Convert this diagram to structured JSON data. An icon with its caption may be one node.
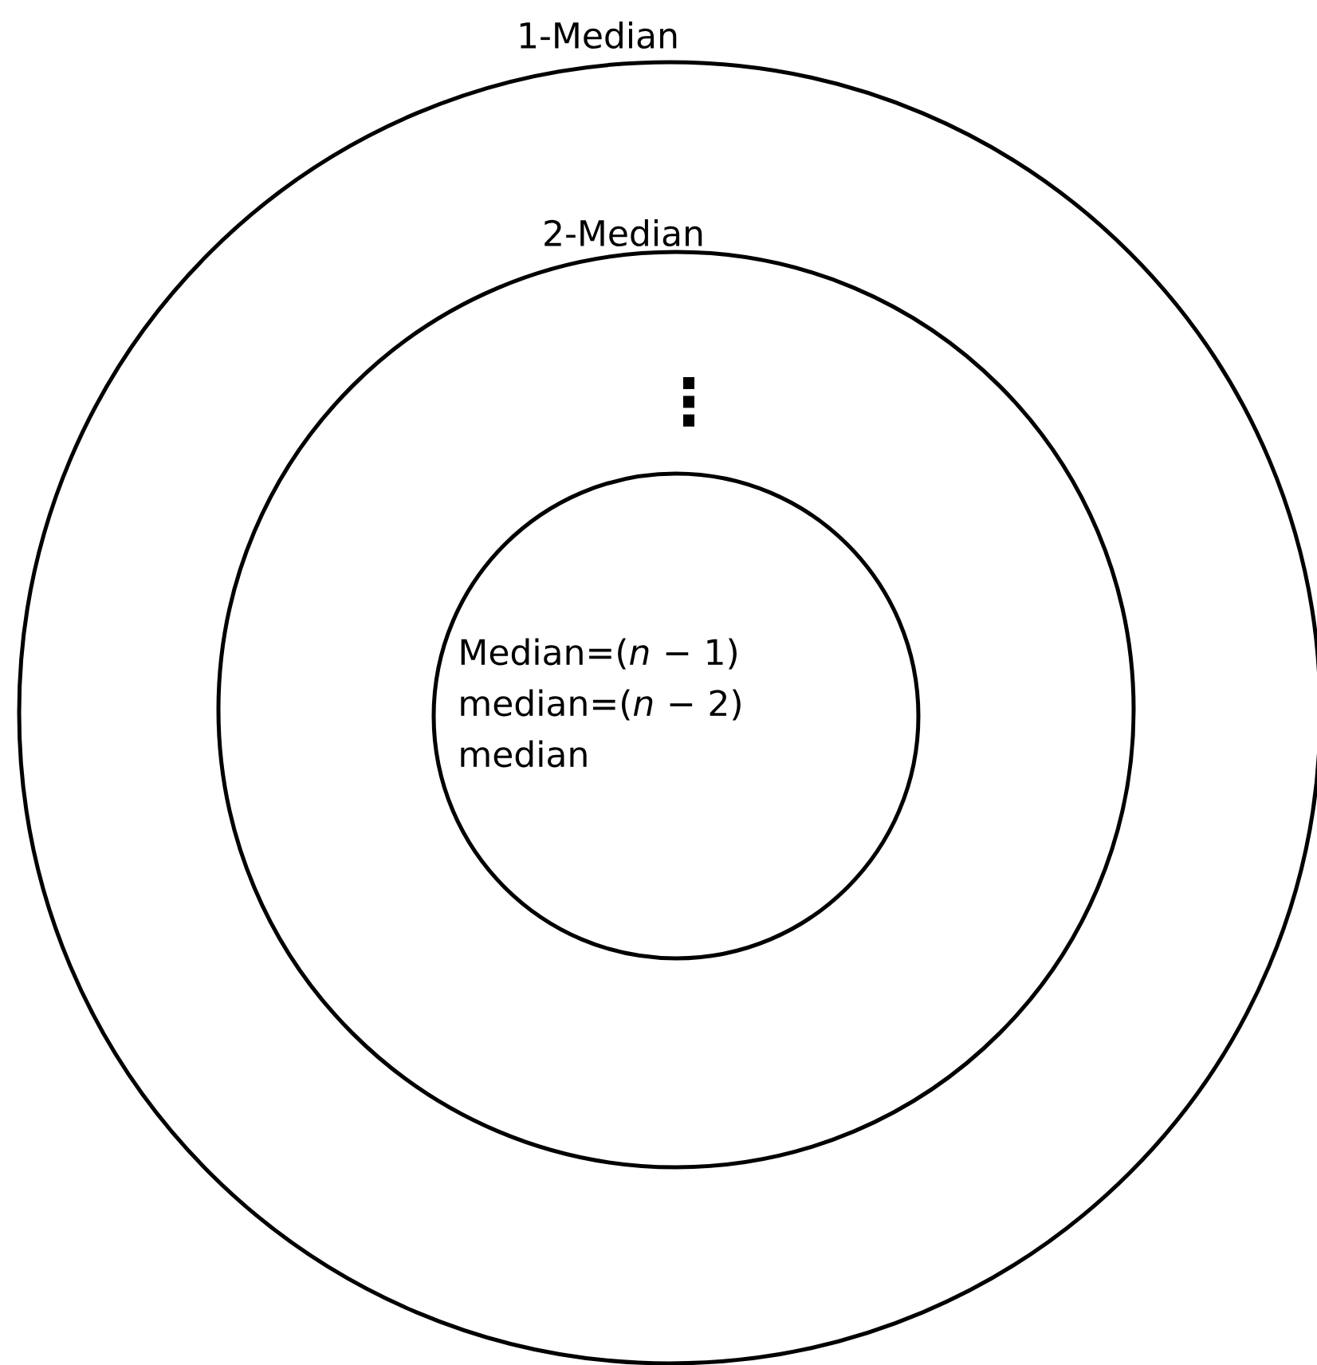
{
  "diagram": {
    "nodes": [
      {
        "text": [
          "1-Median"
        ]
      },
      {
        "text": [
          "2-Median"
        ],
        "in": 0
      },
      {
        "text": [
          "Median=(*n* − 1) median=(*n* − 2) median"
        ],
        "in": 1
      }
    ],
    "labels": [
      "⋮"
    ]
  }
}
